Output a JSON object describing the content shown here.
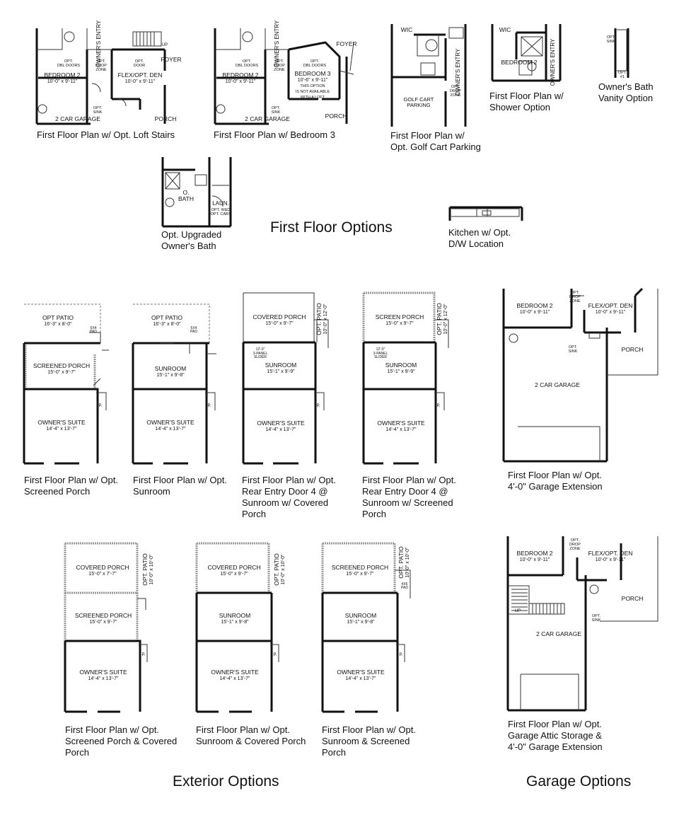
{
  "sections": {
    "first_floor": "First Floor Options",
    "exterior": "Exterior Options",
    "garage": "Garage Options"
  },
  "captions": {
    "loft_stairs": "First Floor Plan w/ Opt. Loft Stairs",
    "bedroom3": "First Floor Plan w/ Bedroom 3",
    "golf_cart": [
      "First Floor Plan w/",
      "Opt. Golf Cart Parking"
    ],
    "shower": [
      "First Floor Plan w/",
      "Shower Option"
    ],
    "vanity": [
      "Owner's Bath",
      "Vanity Option"
    ],
    "upgraded_bath": [
      "Opt. Upgraded",
      "Owner's Bath"
    ],
    "kitchen_dw": [
      "Kitchen w/ Opt.",
      "D/W Location"
    ],
    "screened_porch": [
      "First Floor Plan w/ Opt.",
      "Screened Porch"
    ],
    "sunroom": [
      "First Floor Plan w/ Opt.",
      "Sunroom"
    ],
    "rear_covered": [
      "First Floor Plan w/ Opt.",
      "Rear Entry Door 4 @",
      "Sunroom w/ Covered",
      "Porch"
    ],
    "rear_screened": [
      "First Floor Plan w/ Opt.",
      "Rear Entry Door 4 @",
      "Sunroom w/ Screened",
      "Porch"
    ],
    "garage_ext": [
      "First Floor Plan w/ Opt.",
      "4'-0\" Garage Extension"
    ],
    "sp_cp": [
      "First Floor Plan w/ Opt.",
      "Screened Porch & Covered",
      "Porch"
    ],
    "sr_cp": [
      "First Floor Plan w/ Opt.",
      "Sunroom & Covered Porch"
    ],
    "sr_sp": [
      "First Floor Plan w/ Opt.",
      "Sunroom & Screened",
      "Porch"
    ],
    "garage_attic": [
      "First Floor Plan w/ Opt.",
      "Garage Attic Storage &",
      "4'-0\" Garage Extension"
    ]
  },
  "rooms": {
    "bedroom2": "BEDROOM 2",
    "bedroom2_dim": "10'-0\" x 9'-11\"",
    "flex": "FLEX/OPT. DEN",
    "flex_dim": "10'-0\" x 9'-11\"",
    "bedroom3": "BEDROOM 3",
    "bedroom3_dim": "10'-6\" x 9'-11\"",
    "bedroom3_note": [
      "THIS OPTION",
      "IS NOT AVAILABLE",
      "WITH A LOFT"
    ],
    "garage": "2 CAR GARAGE",
    "porch": "PORCH",
    "foyer": "FOYER",
    "owners_entry": "OWNER'S ENTRY",
    "dbl_doors": [
      "OPT.",
      "DBL DOORS"
    ],
    "drop_zone": [
      "OPT.",
      "DROP",
      "ZONE"
    ],
    "opt_door": [
      "OPT.",
      "DOOR"
    ],
    "opt_sink": [
      "OPT.",
      "SINK"
    ],
    "up": "UP",
    "wic": "WIC",
    "golf_cart": [
      "GOLF CART",
      "PARKING"
    ],
    "o_bath": [
      "O.",
      "BATH"
    ],
    "laun": "LAUN.",
    "opt_wd": [
      "OPT. W&D",
      "OPT. CABS"
    ],
    "opt_sink_vanity": [
      "OPT.",
      "SINK"
    ],
    "opt_1": [
      "OPT.",
      "#1"
    ],
    "opt_patio": "OPT PATIO",
    "opt_patio_dim": "16'-3\" x 8'-0\"",
    "pad": [
      "6X4",
      "PAD"
    ],
    "pad2": [
      "4X6",
      "PAD"
    ],
    "screened_porch": "SCREENED PORCH",
    "screened_porch_dim": "15'-0\" x 9'-7\"",
    "sunroom": "SUNROOM",
    "sunroom_dim": "15'-1\" x 9'-8\"",
    "sunroom_dim2": "15'-1\" x 9'-9\"",
    "owners_suite": "OWNER'S SUITE",
    "owners_suite_dim": "14'-4\" x 13'-7\"",
    "covered_porch": "COVERED PORCH",
    "covered_porch_dim": "15'-0\" x 9'-7\"",
    "covered_porch_dim2": "15'-0\" x 7'-7\"",
    "screen_porch": "SCREEN PORCH",
    "opt_patio_v": "OPT. PATIO",
    "opt_patio_v_dim": "10'-0\" x 12'-0\"",
    "opt_patio_v_dim2": "10'-0\" x 10'-0\"",
    "slider": [
      "12'-0\"",
      "3-PANEL",
      "SLIDER"
    ],
    "p": "P."
  }
}
